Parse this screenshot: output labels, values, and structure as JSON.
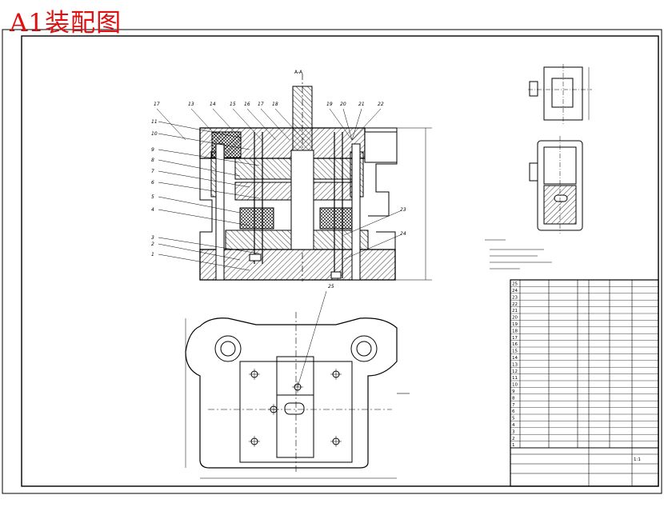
{
  "stamp": {
    "text": "A1装配图",
    "color": "#e01010"
  },
  "callouts": {
    "top": [
      "17",
      "13",
      "14",
      "15",
      "16",
      "17",
      "18",
      "19",
      "20",
      "21",
      "22"
    ],
    "left": [
      "11",
      "10",
      "9",
      "8",
      "7",
      "6",
      "5",
      "4",
      "3",
      "2",
      "1"
    ],
    "right": [
      "23",
      "24"
    ],
    "plan": "25"
  },
  "section_mark": "A-A",
  "parts_table": {
    "rows": [
      "25",
      "24",
      "23",
      "22",
      "21",
      "20",
      "19",
      "18",
      "17",
      "16",
      "15",
      "14",
      "13",
      "12",
      "11",
      "10",
      "9",
      "8",
      "7",
      "6",
      "5",
      "4",
      "3",
      "2",
      "1"
    ]
  },
  "title_block": {
    "scale_label": "1:1"
  },
  "colors": {
    "line": "#000000",
    "stamp": "#e01010",
    "hatch": "#000000"
  }
}
